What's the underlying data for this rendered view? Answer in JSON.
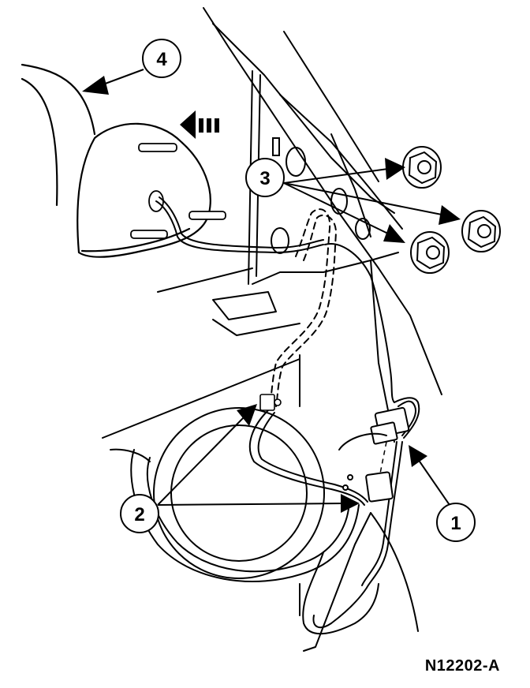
{
  "callouts": [
    {
      "id": "1",
      "text": "1"
    },
    {
      "id": "2",
      "text": "2"
    },
    {
      "id": "3",
      "text": "3"
    },
    {
      "id": "4",
      "text": "4"
    }
  ],
  "figure_id": "N12202-A"
}
